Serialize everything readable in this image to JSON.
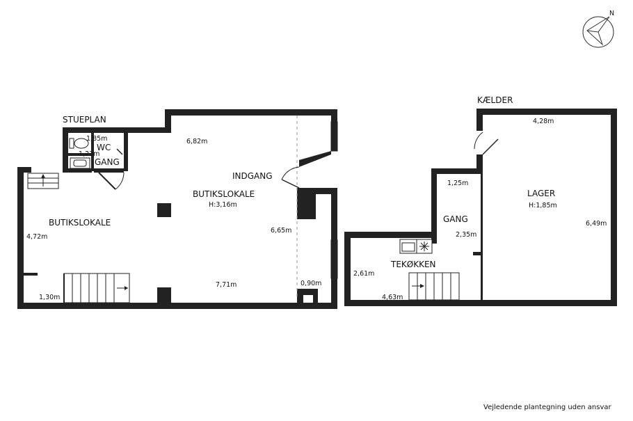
{
  "floors": {
    "ground": {
      "title": "STUEPLAN"
    },
    "basement": {
      "title": "KÆLDER"
    }
  },
  "rooms": {
    "butik_left": "BUTIKSLOKALE",
    "butik_main": "BUTIKSLOKALE",
    "butik_main_height": "H:3,16m",
    "wc": "WC",
    "gang_small": "GANG",
    "indgang": "INDGANG",
    "lager": "LAGER",
    "lager_height": "H:1,85m",
    "gang_basement": "GANG",
    "tekokken": "TEKØKKEN"
  },
  "dimensions": {
    "wc_width": "1,85m",
    "wc_depth": "1,23m",
    "main_top": "6,82m",
    "main_right": "6,65m",
    "main_bottom": "7,71m",
    "left_height": "4,72m",
    "left_bottom": "1,30m",
    "entry_bottom": "0,90m",
    "lager_top": "4,28m",
    "lager_right": "6,49m",
    "gang_top": "1,25m",
    "gang_height": "2,35m",
    "tek_height": "2,61m",
    "tek_width": "4,63m"
  },
  "compass": {
    "north_label": "N"
  },
  "disclaimer": "Vejledende plantegning uden ansvar"
}
